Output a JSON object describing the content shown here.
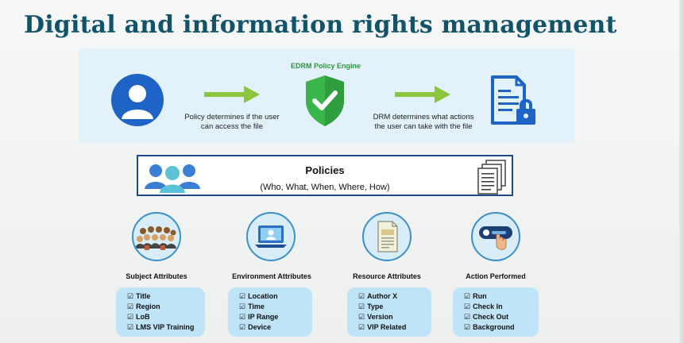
{
  "title": "Digital and information rights management",
  "flow": {
    "engine_label": "EDRM Policy Engine",
    "left_caption_1": "Policy determines if the user",
    "left_caption_2": "can access the file",
    "right_caption_1": "DRM determines what actions",
    "right_caption_2": "the user can take with the file",
    "icons": [
      "user-icon",
      "shield-check-icon",
      "locked-document-icon"
    ]
  },
  "policies": {
    "title": "Policies",
    "subtitle": "(Who, What, When, Where, How)",
    "icons": [
      "users-group-icon",
      "documents-icon"
    ]
  },
  "checkbox_glyph": "☑",
  "attributes": [
    {
      "title": "Subject Attributes",
      "icon": "crowd-icon",
      "items": [
        "Title",
        "Region",
        "LoB",
        "LMS VIP Training"
      ]
    },
    {
      "title": "Environment Attributes",
      "icon": "laptop-user-icon",
      "items": [
        "Location",
        "Time",
        "IP Range",
        "Device"
      ]
    },
    {
      "title": "Resource Attributes",
      "icon": "document-icon",
      "items": [
        "Author X",
        "Type",
        "Version",
        "VIP Related"
      ]
    },
    {
      "title": "Action Performed",
      "icon": "hand-click-icon",
      "items": [
        "Run",
        "Check In",
        "Check Out",
        "Background"
      ]
    }
  ],
  "colors": {
    "title": "#11546a",
    "band": "#e3f1fb",
    "arrow": "#8cc63f",
    "shield": "#39b54a",
    "primary_blue": "#1f63c6",
    "attr_box": "#bfe4f8"
  }
}
